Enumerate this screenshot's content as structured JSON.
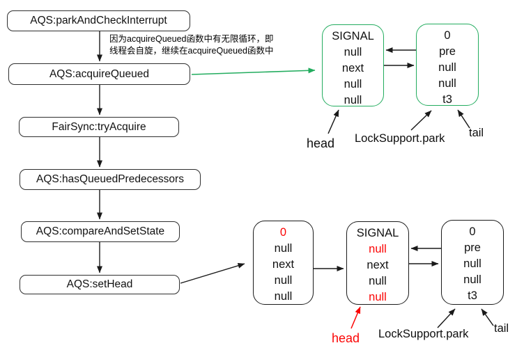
{
  "colors": {
    "green": "#22ac5e",
    "red": "#fb0505",
    "ink": "#1a1a1a"
  },
  "flowchart": {
    "boxes": [
      {
        "label": "AQS:parkAndCheckInterrupt"
      },
      {
        "label": "AQS:acquireQueued"
      },
      {
        "label": "FairSync:tryAcquire"
      },
      {
        "label": "AQS:hasQueuedPredecessors"
      },
      {
        "label": "AQS:compareAndSetState"
      },
      {
        "label": "AQS:setHead"
      }
    ],
    "annotation": {
      "line1": "因为acquireQueued函数中有无限循环，即",
      "line2": "线程会自旋，继续在acquireQueued函数中"
    }
  },
  "queue_before": {
    "nodes": [
      {
        "name": "head-node",
        "rows": [
          "SIGNAL",
          "null",
          "next",
          "null",
          "null"
        ]
      },
      {
        "name": "tail-node",
        "rows": [
          "0",
          "pre",
          "null",
          "null",
          "t3"
        ]
      }
    ],
    "labels": {
      "head": "head",
      "park": "LockSupport.park",
      "tail": "tail"
    }
  },
  "queue_after": {
    "nodes": [
      {
        "name": "old-head-node",
        "rows": [
          "0",
          "null",
          "next",
          "null",
          "null"
        ]
      },
      {
        "name": "new-head-node",
        "rows": [
          "SIGNAL",
          "null",
          "next",
          "null",
          "null"
        ]
      },
      {
        "name": "tail-node",
        "rows": [
          "0",
          "pre",
          "null",
          "null",
          "t3"
        ]
      }
    ],
    "labels": {
      "head": "head",
      "park": "LockSupport.park",
      "tail": "tail"
    }
  }
}
